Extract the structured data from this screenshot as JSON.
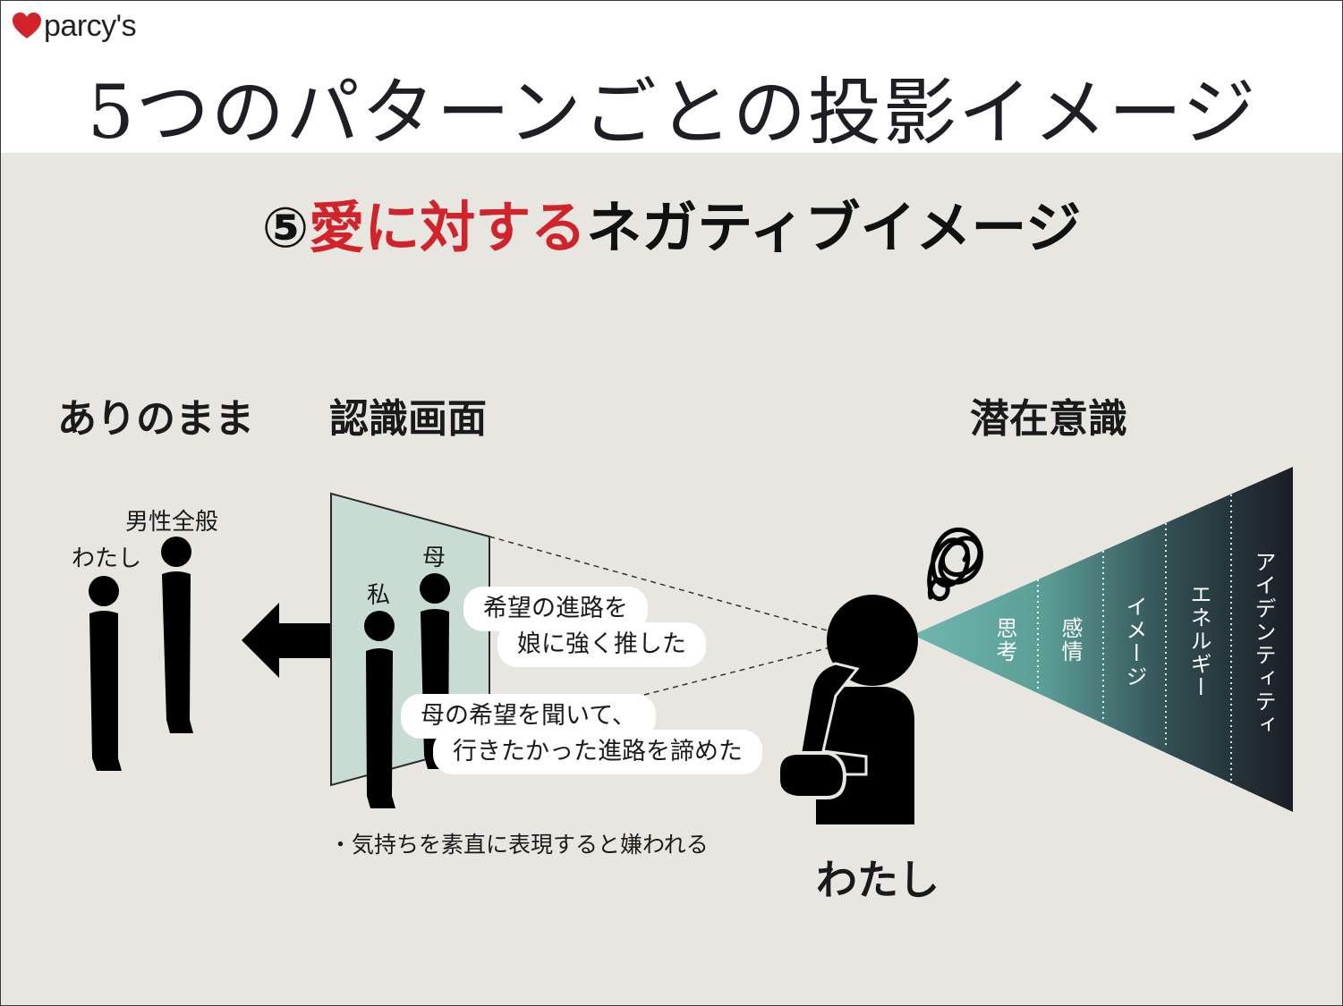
{
  "brand": {
    "name": "parcy's",
    "heart_color": "#d2232a"
  },
  "title": "5つのパターンごとの投影イメージ",
  "subtitle": {
    "number": "⑤",
    "highlight": "愛に対する",
    "rest": "ネガティブイメージ"
  },
  "sections": {
    "reality": "ありのまま",
    "perception": "認識画面",
    "subconscious": "潜在意識"
  },
  "reality": {
    "me": "わたし",
    "men": "男性全般"
  },
  "screen": {
    "me": "私",
    "mother": "母",
    "bubble_mother": [
      "希望の進路を",
      "娘に強く推した"
    ],
    "bubble_me": [
      "母の希望を聞いて、",
      "行きたかった進路を諦めた"
    ]
  },
  "note": "・気持ちを素直に表現すると嫌われる",
  "person_label": "わたし",
  "cone_layers": [
    "思考",
    "感情",
    "イメージ",
    "エネルギー",
    "アイデンティティ"
  ],
  "colors": {
    "accent": "#d2232a",
    "panel_bg": "#e8e6e0",
    "screen_fill": "#c8dcd3",
    "cone_start": "#6fb8ae",
    "cone_end": "#1b1d24"
  },
  "icons": [
    "heart-icon",
    "left-arrow-icon",
    "scribble-icon",
    "thinking-person-icon",
    "standing-person-icon"
  ]
}
